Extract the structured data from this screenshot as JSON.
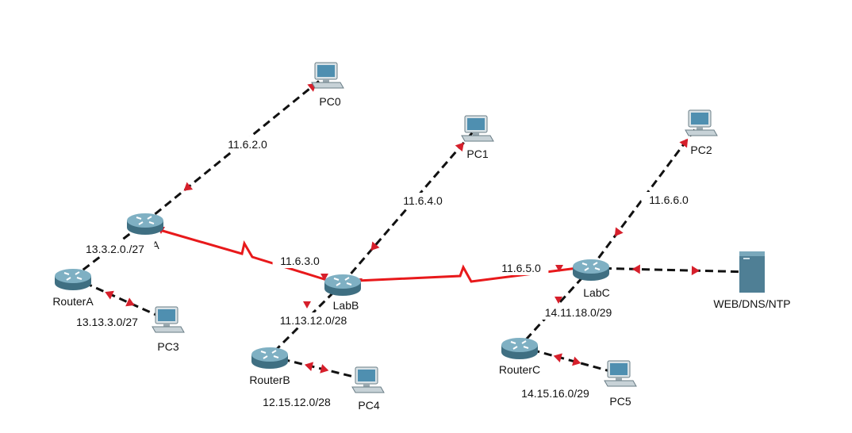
{
  "colors": {
    "serial_link": "#e8191b",
    "ethernet_link": "#111111",
    "port_marker": "#d61f2b",
    "router_body": "#5b8a9e",
    "pc_screen": "#4f8fb0",
    "server_body": "#4f7f95"
  },
  "devices": {
    "pc0": {
      "label": "PC0",
      "icon": "pc-icon"
    },
    "pc1": {
      "label": "PC1",
      "icon": "pc-icon"
    },
    "pc2": {
      "label": "PC2",
      "icon": "pc-icon"
    },
    "pc3": {
      "label": "PC3",
      "icon": "pc-icon"
    },
    "pc4": {
      "label": "PC4",
      "icon": "pc-icon"
    },
    "pc5": {
      "label": "PC5",
      "icon": "pc-icon"
    },
    "laba": {
      "label": "A",
      "icon": "router-icon"
    },
    "labb": {
      "label": "LabB",
      "icon": "router-icon"
    },
    "labc": {
      "label": "LabC",
      "icon": "router-icon"
    },
    "routera": {
      "label": "RouterA",
      "icon": "router-icon"
    },
    "routerb": {
      "label": "RouterB",
      "icon": "router-icon"
    },
    "routerc": {
      "label": "RouterC",
      "icon": "router-icon"
    },
    "server": {
      "label": "WEB/DNS/NTP",
      "icon": "server-icon"
    }
  },
  "networks": {
    "n0": "11.6.2.0",
    "n1": "11.6.4.0",
    "n2": "11.6.6.0",
    "n3": "13.3.2.0./27",
    "n4": "11.6.3.0",
    "n5": "11.6.5.0",
    "n6": "13.13.3.0/27",
    "n7": "11.13.12.0/28",
    "n8": "14.11.18.0/29",
    "n9": "12.15.12.0/28",
    "n10": "14.15.16.0/29"
  }
}
